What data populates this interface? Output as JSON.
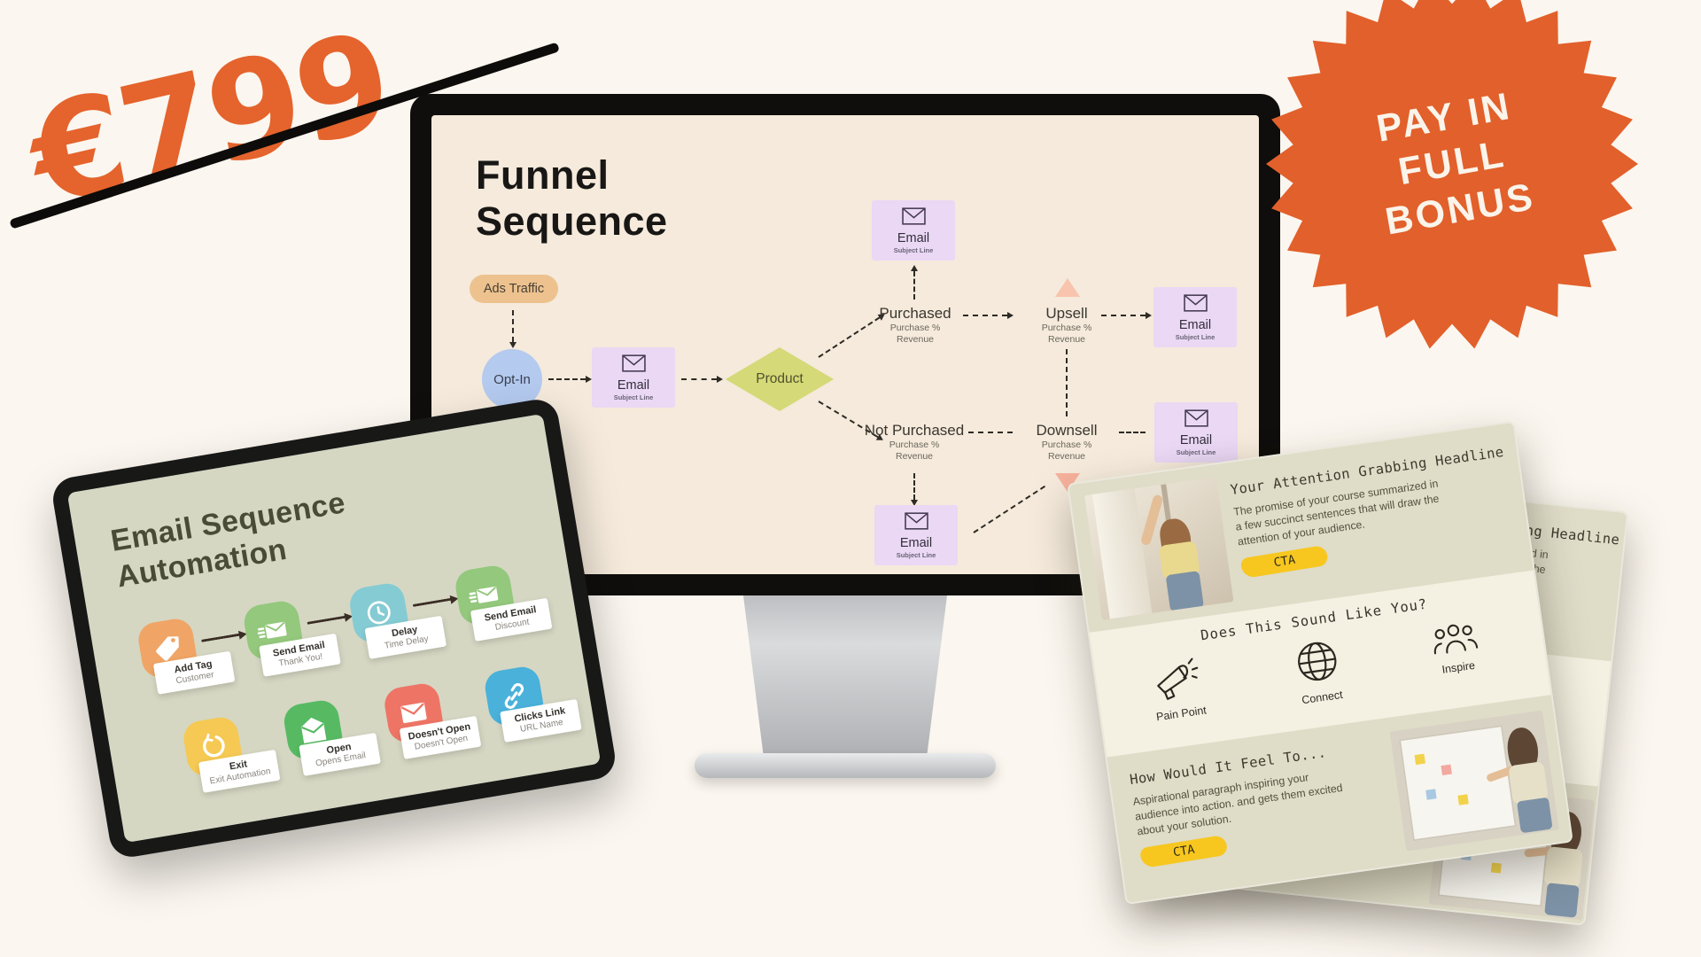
{
  "page": {
    "background": "#FBF6EF"
  },
  "price": {
    "amount": "€799",
    "color": "#E5632C"
  },
  "badge": {
    "lines": [
      "PAY IN",
      "FULL",
      "BONUS"
    ],
    "bg": "#E2602B",
    "text_color": "#FBF4EA"
  },
  "monitor": {
    "title": {
      "line1": "Funnel",
      "line2": "Sequence"
    },
    "nodes": {
      "ads_traffic": "Ads Traffic",
      "opt_in": "Opt-In",
      "email": "Email",
      "subject_line": "Subject Line",
      "product": "Product",
      "purchased": "Purchased",
      "not_purchased": "Not Purchased",
      "upsell": "Upsell",
      "downsell": "Downsell",
      "purchase_pct": "Purchase %",
      "revenue": "Revenue"
    },
    "colors": {
      "screen": "#F5EADB",
      "email_box": "#EAD8F5",
      "opt_in_circle": "#B4CAEF",
      "ads_pill": "#EDC28E",
      "product_diamond": "#D5D977",
      "triangle_up": "#F8C4AE",
      "triangle_down": "#F7B19C"
    }
  },
  "tablet": {
    "title": {
      "line1": "Email Sequence",
      "line2": "Automation"
    },
    "row1": [
      {
        "icon": "tag-icon",
        "title": "Add Tag",
        "subtitle": "Customer",
        "color": "#F0A566"
      },
      {
        "icon": "send-email-icon",
        "title": "Send Email",
        "subtitle": "Thank You!",
        "color": "#94C87D"
      },
      {
        "icon": "clock-icon",
        "title": "Delay",
        "subtitle": "Time Delay",
        "color": "#85CBD3"
      },
      {
        "icon": "send-email-icon",
        "title": "Send Email",
        "subtitle": "Discount",
        "color": "#94C87D"
      }
    ],
    "row2": [
      {
        "icon": "exit-arrow-icon",
        "title": "Exit",
        "subtitle": "Exit Automation",
        "color": "#F5C953"
      },
      {
        "icon": "open-envelope-icon",
        "title": "Open",
        "subtitle": "Opens Email",
        "color": "#57BA63"
      },
      {
        "icon": "closed-envelope-icon",
        "title": "Doesn't Open",
        "subtitle": "Doesn't Open",
        "color": "#EE7566"
      },
      {
        "icon": "link-icon",
        "title": "Clicks Link",
        "subtitle": "URL Name",
        "color": "#4AB1DA"
      }
    ],
    "colors": {
      "screen": "#D5D7C3"
    }
  },
  "landing_card": {
    "cta_color": "#F7C71F",
    "hero": {
      "headline": "Your Attention Grabbing Headline",
      "body": "The promise of your course summarized in a few succinct sentences that will draw the attention of your audience.",
      "cta": "CTA"
    },
    "sound_like_you": {
      "heading": "Does This Sound Like You?",
      "items": [
        {
          "icon": "megaphone-icon",
          "label": "Pain Point"
        },
        {
          "icon": "globe-icon",
          "label": "Connect"
        },
        {
          "icon": "people-icon",
          "label": "Inspire"
        }
      ]
    },
    "feel": {
      "heading": "How Would It Feel To...",
      "body": "Aspirational paragraph inspiring your audience into action. and gets them excited about your solution.",
      "cta": "CTA"
    }
  }
}
